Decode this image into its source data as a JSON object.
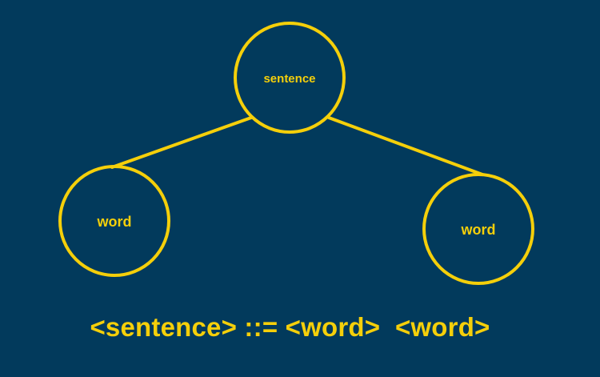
{
  "colors": {
    "background": "#023a5c",
    "accent": "#f5cf0a"
  },
  "tree": {
    "root": {
      "label": "sentence"
    },
    "children": [
      {
        "label": "word"
      },
      {
        "label": "word"
      }
    ]
  },
  "grammar_rule": "<sentence> ::= <word>  <word>"
}
